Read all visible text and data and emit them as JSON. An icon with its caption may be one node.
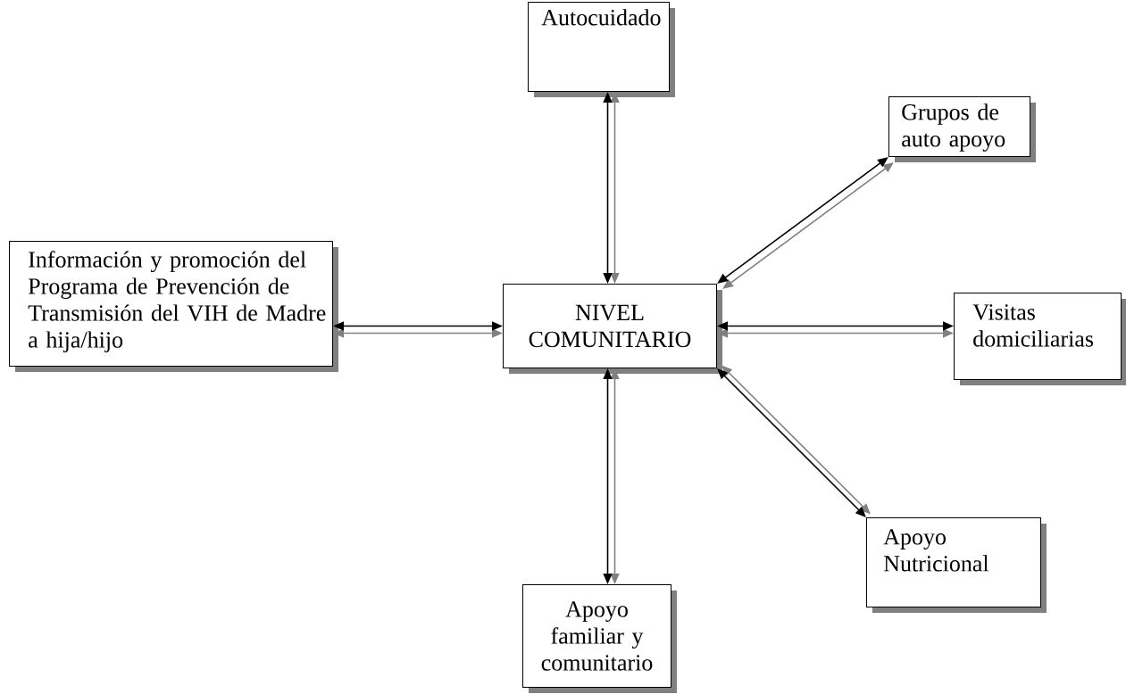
{
  "diagram": {
    "nodes": [
      {
        "text": [
          "Autocuidado"
        ]
      },
      {
        "text": [
          "Grupos de auto apoyo"
        ]
      },
      {
        "text": [
          "Información y promoción del Programa de Prevención de Transmisión del VIH de Madre a hija/hijo"
        ]
      },
      {
        "text": [
          "NIVEL COMUNITARIO"
        ]
      },
      {
        "text": [
          "Visitas domiciliarias"
        ]
      },
      {
        "text": [
          "Apoyo Nutricional"
        ]
      },
      {
        "text": [
          "Apoyo familiar y comunitario"
        ]
      }
    ],
    "edges": [
      {
        "from": 3,
        "to": 0,
        "arrow": "both"
      },
      {
        "from": 3,
        "to": 0,
        "arrow": "both",
        "color": "#808080"
      },
      {
        "from": 3,
        "to": 1,
        "arrow": "both"
      },
      {
        "from": 3,
        "to": 1,
        "arrow": "both",
        "color": "#808080"
      },
      {
        "from": 3,
        "to": 2,
        "arrow": "both"
      },
      {
        "from": 3,
        "to": 2,
        "arrow": "both",
        "color": "#808080"
      },
      {
        "from": 3,
        "to": 4,
        "arrow": "both"
      },
      {
        "from": 3,
        "to": 4,
        "arrow": "both",
        "color": "#808080"
      },
      {
        "from": 3,
        "to": 5,
        "arrow": "both"
      },
      {
        "from": 3,
        "to": 5,
        "arrow": "both",
        "color": "#808080"
      },
      {
        "from": 3,
        "to": 6,
        "arrow": "both"
      },
      {
        "from": 3,
        "to": 6,
        "arrow": "both",
        "color": "#808080"
      }
    ]
  }
}
